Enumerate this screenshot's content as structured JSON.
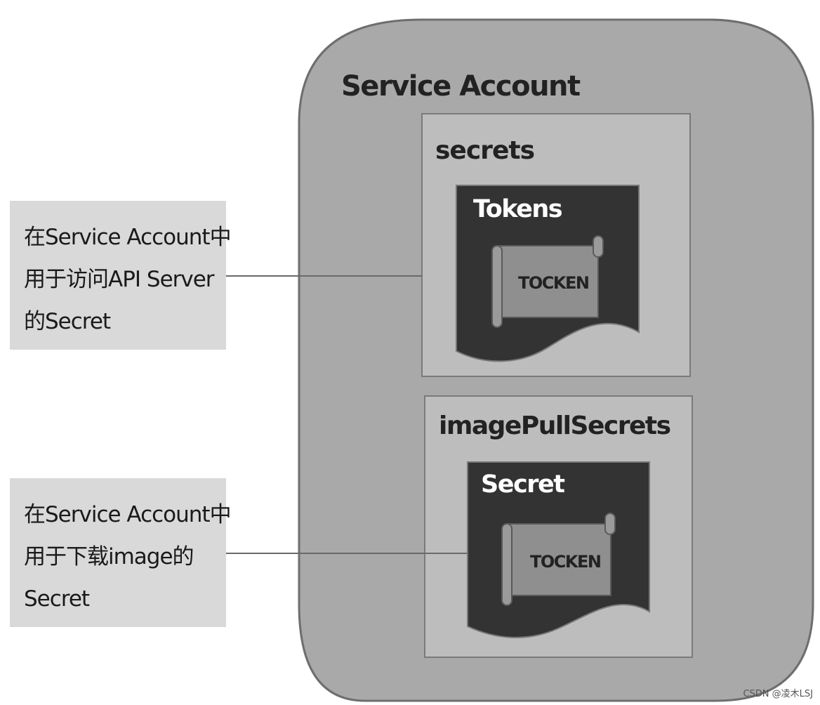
{
  "service_account": {
    "title": "Service Account"
  },
  "secrets_section": {
    "title": "secrets",
    "inner_title": "Tokens",
    "token_label": "TOCKEN"
  },
  "image_pull_section": {
    "title": "imagePullSecrets",
    "inner_title": "Secret",
    "token_label": "TOCKEN"
  },
  "annotations": [
    {
      "lines": [
        "在Service Account中",
        "用于访问API Server",
        "的Secret"
      ]
    },
    {
      "lines": [
        "在Service Account中",
        "用于下载image的",
        "Secret"
      ]
    }
  ],
  "watermark": "CSDN @凌木LSJ",
  "colors": {
    "outer_fill": "#a9a9a9",
    "section_fill": "#bdbdbd",
    "dark_panel": "#333333",
    "scroll_fill": "#8f8f8f",
    "annotation_fill": "#d9d9d9"
  }
}
